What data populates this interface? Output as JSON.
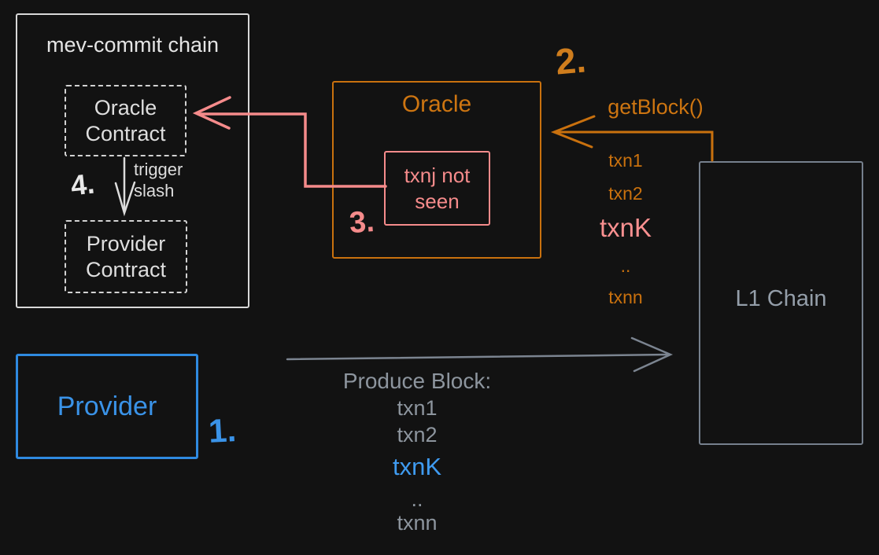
{
  "diagram": {
    "mev_chain": {
      "title": "mev-commit chain",
      "oracle_contract_label": "Oracle Contract",
      "provider_contract_label": "Provider Contract",
      "trigger_arrow_label": "trigger slash",
      "step4_label": "4."
    },
    "oracle": {
      "title": "Oracle",
      "note_label": "txnj not seen",
      "step3_label": "3."
    },
    "getblock": {
      "step2_label": "2.",
      "call_label": "getBlock()",
      "txn_list": [
        "txn1",
        "txn2",
        "txnK",
        "..",
        "txnn"
      ]
    },
    "l1_chain": {
      "title": "L1 Chain"
    },
    "provider": {
      "title": "Provider",
      "step1_label": "1."
    },
    "produce_block": {
      "heading": "Produce Block:",
      "txn_list": [
        "txn1",
        "txn2",
        "txnK",
        "..",
        "txnn"
      ]
    },
    "colors": {
      "background": "#121212",
      "stroke_white": "#d8d8d8",
      "orange": "#c9710e",
      "pink": "#f58b8b",
      "blue": "#3a93e8",
      "gray": "#8d959e"
    }
  }
}
